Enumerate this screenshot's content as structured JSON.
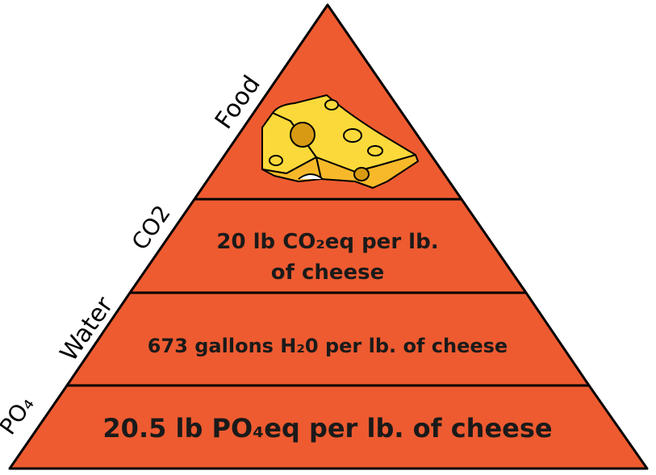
{
  "colors": {
    "pyramid_fill": "#EE5B30",
    "outline": "#000000",
    "cheese_body": "#FCD93A",
    "cheese_side": "#F7B92A",
    "cheese_holes": "#D89A12"
  },
  "side_labels": {
    "food": "Food",
    "co2": "CO2",
    "water": "Water",
    "po4": "PO₄"
  },
  "tiers": {
    "food_icon": "cheese-icon",
    "co2": {
      "line1": "20 lb CO₂eq per lb.",
      "line2": "of cheese"
    },
    "water": {
      "line1": "673 gallons H₂0 per lb. of cheese"
    },
    "po4": {
      "line1": "20.5 lb PO₄eq per lb. of cheese"
    }
  }
}
